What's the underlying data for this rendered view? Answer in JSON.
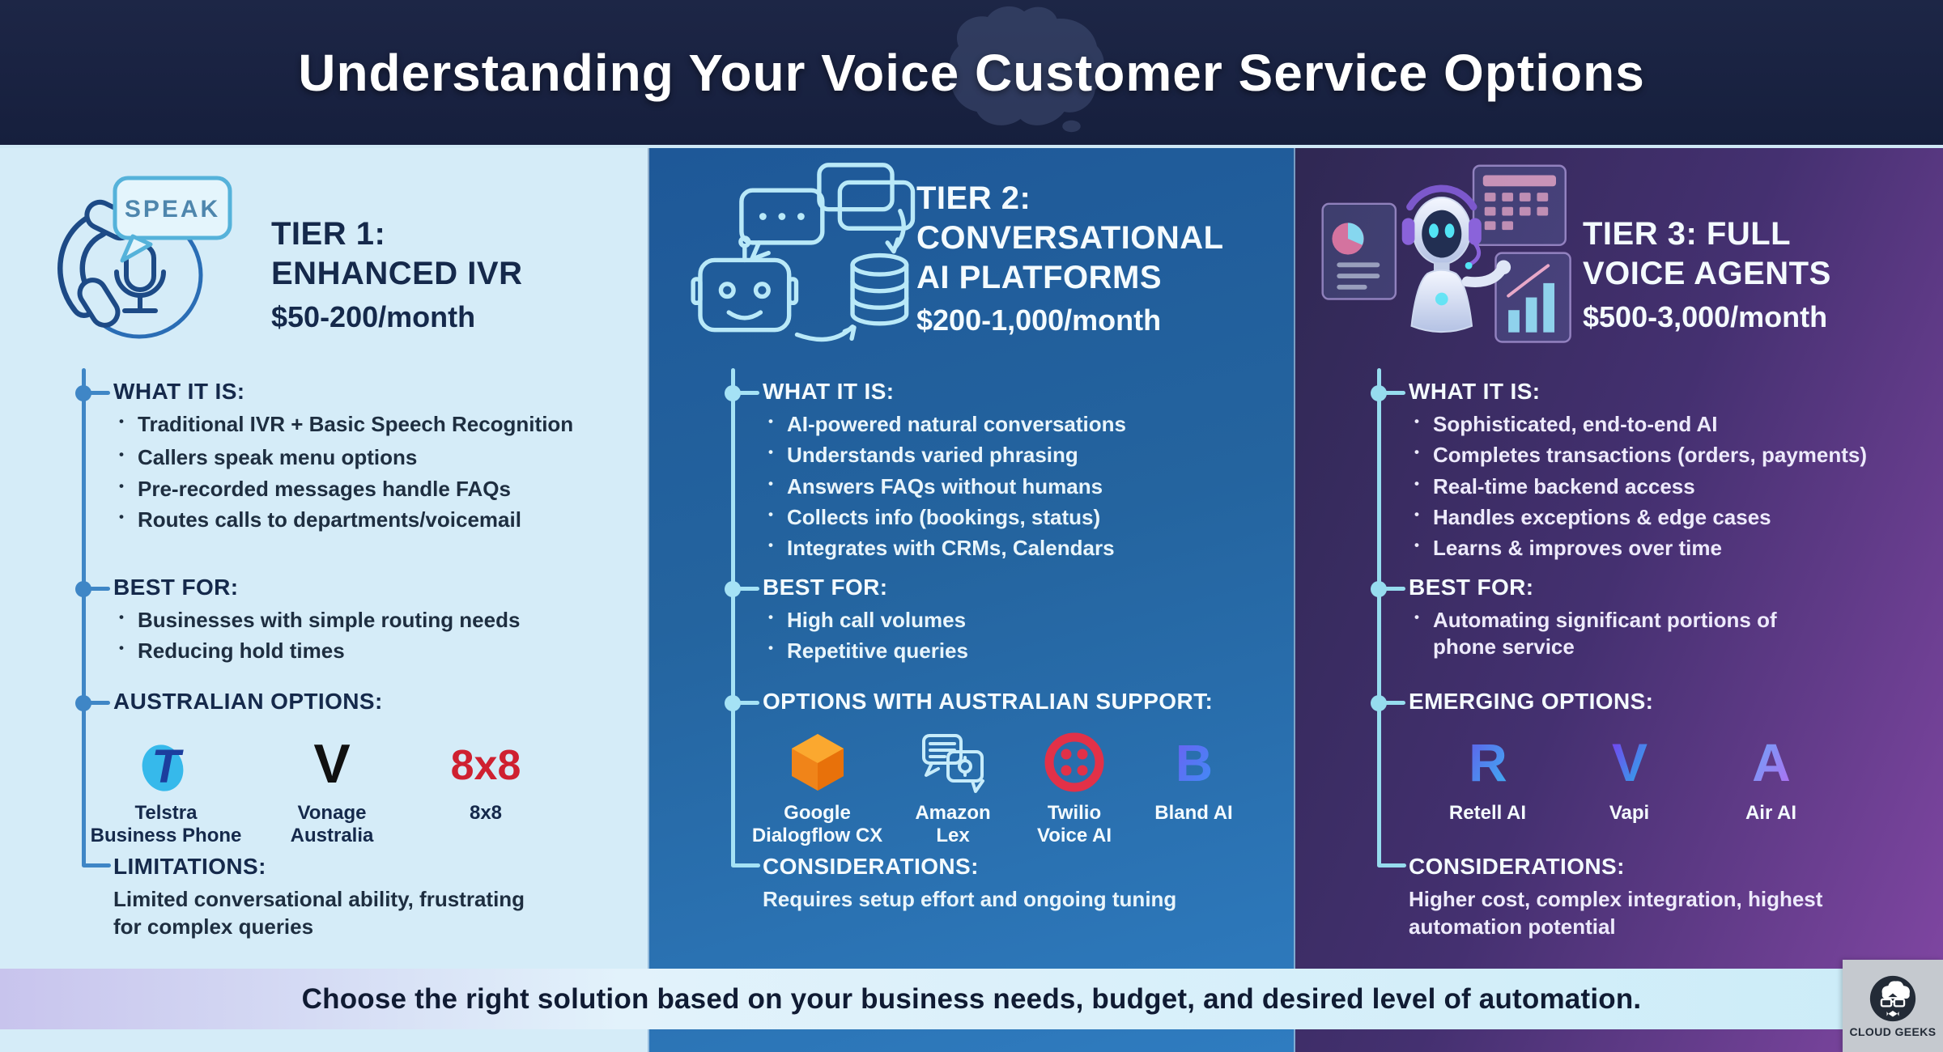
{
  "header": {
    "title": "Understanding Your Voice Customer Service Options"
  },
  "footer": {
    "text": "Choose the right solution based on your business needs, budget, and desired level of automation."
  },
  "brand": {
    "name": "CLOUD GEEKS"
  },
  "colors": {
    "header_bg": "#18213f",
    "tier1_bg": "#d5ecf8",
    "tier2_bg_top": "#1e5898",
    "tier2_bg_bottom": "#2f7cc0",
    "tier3_bg_dark": "#2f2853",
    "tier3_bg_bright": "#8247a4",
    "tier1_accent": "#3f86c6",
    "tier2_accent": "#a5e2f5",
    "tier3_accent": "#96dcee",
    "telstra_blue": "#1c3e9e",
    "vonage_black": "#101010",
    "eight_x8_red": "#cf2030",
    "dialogflow_orange": "#f08419",
    "twilio_red": "#e23148"
  },
  "tiers": [
    {
      "icon": "phone-speak-icon",
      "icon_label": "SPEAK",
      "title_lines": [
        "TIER 1:",
        "ENHANCED IVR"
      ],
      "price": "$50-200/month",
      "what_heading": "WHAT IT IS:",
      "what_group1": [
        "Traditional IVR + Basic Speech Recognition"
      ],
      "what_group2": [
        "Callers speak menu options",
        "Pre-recorded messages handle FAQs",
        "Routes calls to departments/voicemail"
      ],
      "best_heading": "BEST FOR:",
      "best_bullets": [
        "Businesses with simple routing needs",
        "Reducing hold times"
      ],
      "options_heading": "AUSTRALIAN OPTIONS:",
      "options": [
        {
          "icon": "telstra-logo",
          "label1": "Telstra",
          "label2": "Business Phone"
        },
        {
          "icon": "vonage-logo",
          "label1": "Vonage",
          "label2": "Australia"
        },
        {
          "icon": "8x8-logo",
          "label1": "8x8",
          "label2": ""
        }
      ],
      "bottom_heading": "LIMITATIONS:",
      "bottom_text": "Limited conversational ability, frustrating for complex queries"
    },
    {
      "icon": "chatbot-database-icon",
      "title_lines": [
        "TIER 2:",
        "CONVERSATIONAL",
        "AI PLATFORMS"
      ],
      "price": "$200-1,000/month",
      "what_heading": "WHAT IT IS:",
      "what_group1": [
        "AI-powered natural conversations",
        "Understands varied phrasing",
        "Answers FAQs without humans",
        "Collects info (bookings, status)",
        "Integrates with CRMs, Calendars"
      ],
      "best_heading": "BEST FOR:",
      "best_bullets": [
        "High call volumes",
        "Repetitive queries"
      ],
      "options_heading": "OPTIONS WITH AUSTRALIAN SUPPORT:",
      "options": [
        {
          "icon": "google-dialogflow-logo",
          "label1": "Google",
          "label2": "Dialogflow CX"
        },
        {
          "icon": "amazon-lex-logo",
          "label1": "Amazon",
          "label2": "Lex"
        },
        {
          "icon": "twilio-logo",
          "label1": "Twilio",
          "label2": "Voice AI"
        },
        {
          "icon": "bland-ai-logo",
          "label1": "Bland AI",
          "label2": ""
        }
      ],
      "bottom_heading": "CONSIDERATIONS:",
      "bottom_text": "Requires setup effort and ongoing tuning"
    },
    {
      "icon": "ai-voice-agent-robot-icon",
      "title_lines": [
        "TIER 3: FULL",
        "VOICE AGENTS"
      ],
      "price": "$500-3,000/month",
      "what_heading": "WHAT IT IS:",
      "what_group1": [
        "Sophisticated, end-to-end AI",
        "Completes transactions (orders, payments)",
        "Real-time backend access",
        "Handles exceptions & edge cases",
        "Learns & improves over time"
      ],
      "best_heading": "BEST FOR:",
      "best_bullets": [
        "Automating significant portions of phone service"
      ],
      "options_heading": "EMERGING OPTIONS:",
      "options": [
        {
          "icon": "retell-ai-logo",
          "label1": "Retell AI",
          "label2": ""
        },
        {
          "icon": "vapi-logo",
          "label1": "Vapi",
          "label2": ""
        },
        {
          "icon": "air-ai-logo",
          "label1": "Air AI",
          "label2": ""
        }
      ],
      "bottom_heading": "CONSIDERATIONS:",
      "bottom_text": "Higher cost, complex integration, highest automation potential"
    }
  ]
}
